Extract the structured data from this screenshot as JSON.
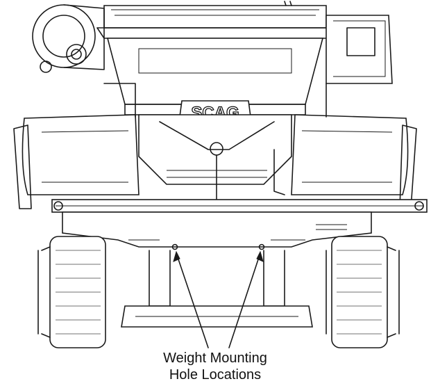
{
  "brand_logo": "SCAG",
  "callout": {
    "line1": "Weight Mounting",
    "line2": "Hole Locations"
  },
  "colors": {
    "ink": "#1a1a1a",
    "background": "#ffffff"
  }
}
